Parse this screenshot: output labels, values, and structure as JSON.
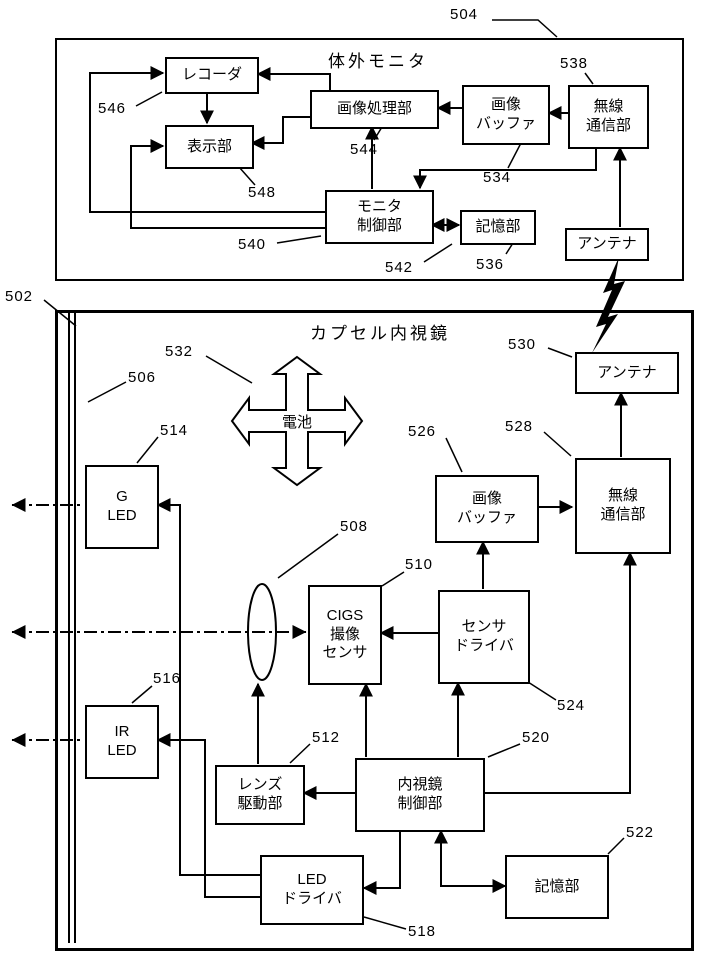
{
  "titles": {
    "monitor": "体外モニタ",
    "capsule": "カプセル内視鏡"
  },
  "monitor": {
    "recorder": "レコーダ",
    "image_processor": "画像処理部",
    "image_buffer": "画像\nバッファ",
    "wireless": "無線\n通信部",
    "display": "表示部",
    "control": "モニタ\n制御部",
    "storage": "記憶部",
    "antenna": "アンテナ"
  },
  "capsule": {
    "antenna": "アンテナ",
    "battery": "電池",
    "g_led": "G\nLED",
    "ir_led": "IR\nLED",
    "image_buffer": "画像\nバッファ",
    "wireless": "無線\n通信部",
    "cigs_sensor": "CIGS\n撮像\nセンサ",
    "sensor_driver": "センサ\nドライバ",
    "lens_driver": "レンズ\n駆動部",
    "control": "内視鏡\n制御部",
    "led_driver": "LED\nドライバ",
    "storage": "記憶部"
  },
  "refs": {
    "r502": "502",
    "r504": "504",
    "r506": "506",
    "r508": "508",
    "r510": "510",
    "r512": "512",
    "r514": "514",
    "r516": "516",
    "r518": "518",
    "r520": "520",
    "r522": "522",
    "r524": "524",
    "r526": "526",
    "r528": "528",
    "r530": "530",
    "r532": "532",
    "r534": "534",
    "r536": "536",
    "r538": "538",
    "r540": "540",
    "r542": "542",
    "r544": "544",
    "r546": "546",
    "r548": "548"
  },
  "colors": {
    "line": "#000000",
    "background": "#ffffff"
  }
}
